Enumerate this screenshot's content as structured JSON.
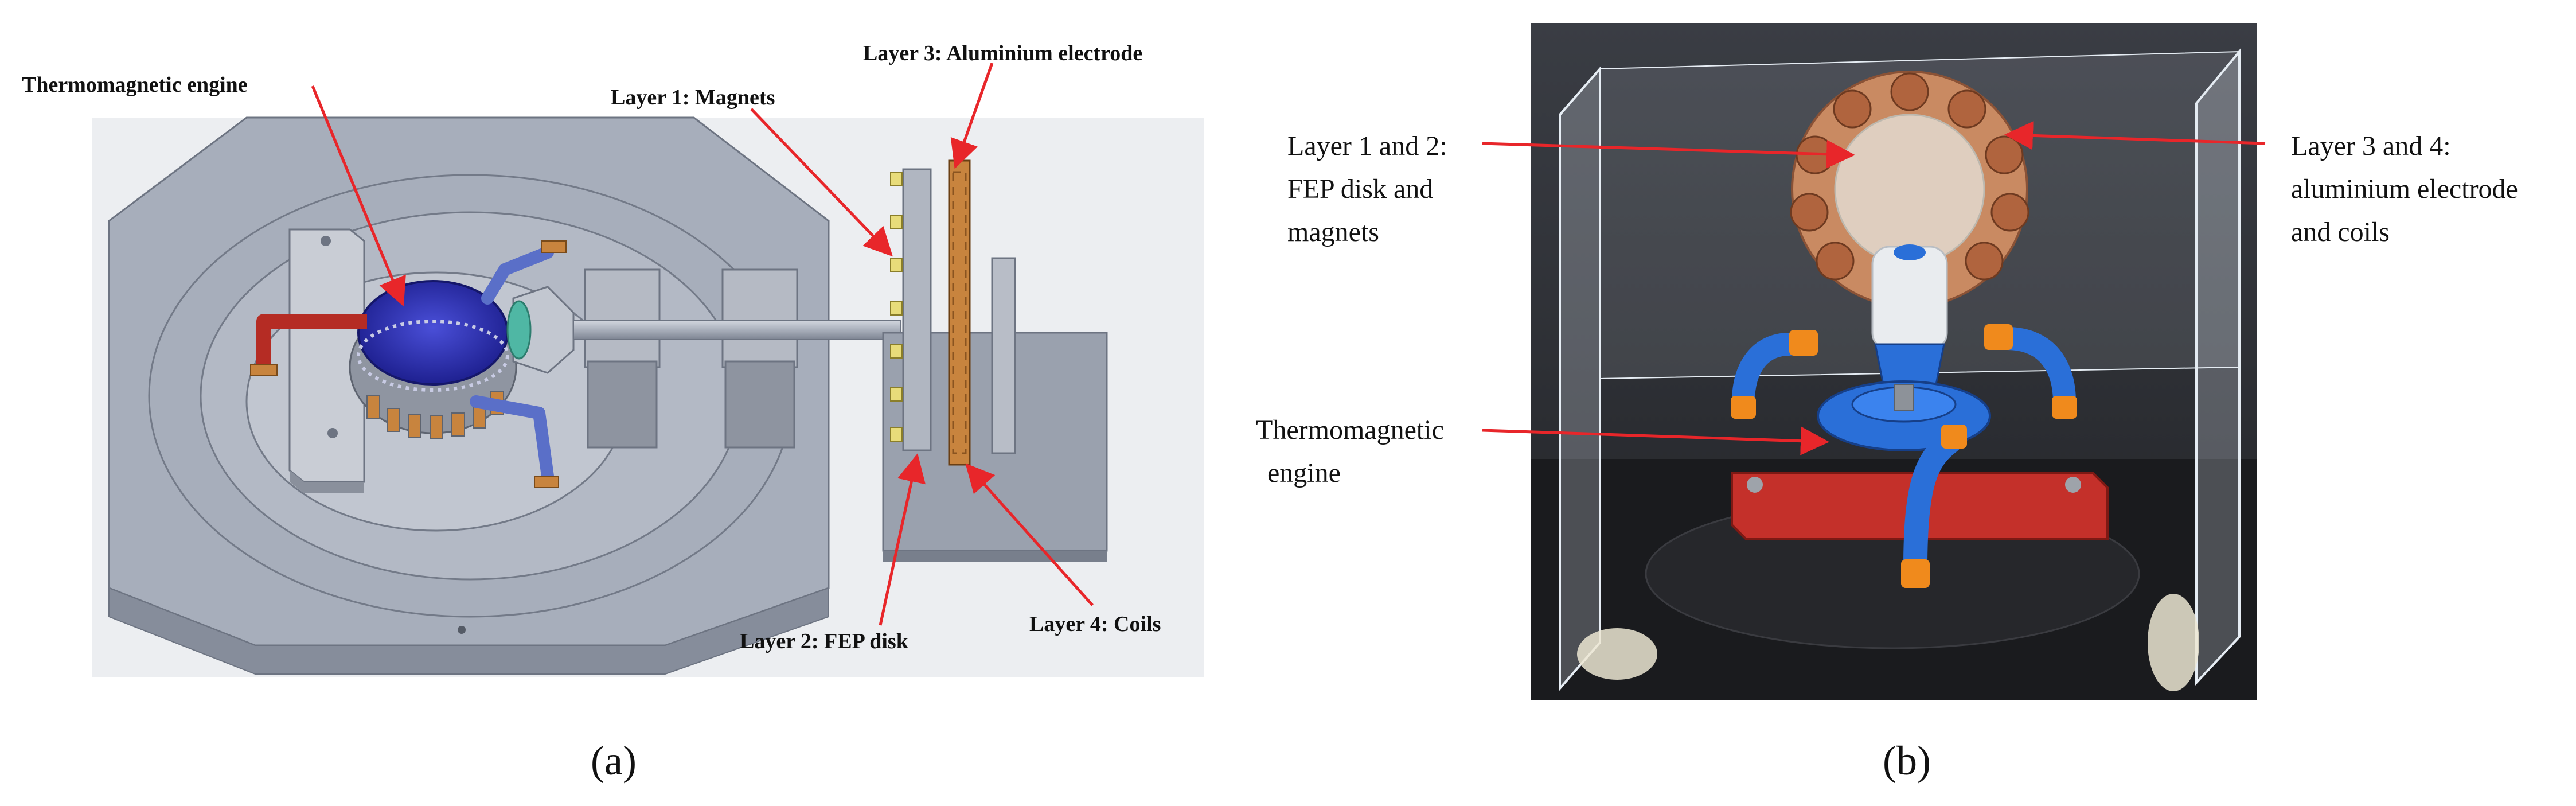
{
  "panel_a": {
    "caption": "(a)",
    "labels": {
      "thermomagnetic_engine": "Thermomagnetic engine",
      "layer1": "Layer 1: Magnets",
      "layer3": "Layer 3: Aluminium electrode",
      "layer2": "Layer 2: FEP disk",
      "layer4": "Layer 4: Coils"
    }
  },
  "panel_b": {
    "caption": "(b)",
    "labels": {
      "layer12_line1": "Layer 1 and 2:",
      "layer12_line2": "FEP disk and",
      "layer12_line3": "magnets",
      "layer34_line1": "Layer 3 and 4:",
      "layer34_line2": "aluminium electrode",
      "layer34_line3": "and coils",
      "engine_line1": "Thermomagnetic",
      "engine_line2": "engine"
    }
  },
  "colors": {
    "arrow": "#e8262a",
    "base_gray": "#9aa3b2",
    "engine_blue": "#2d2fb0",
    "heater_red": "#b52c24",
    "copper": "#c8843e",
    "magnet_yellow": "#e8dc7a",
    "photo_blue": "#2a6fd8",
    "photo_orange": "#f08a1c",
    "photo_red": "#c4302a"
  }
}
